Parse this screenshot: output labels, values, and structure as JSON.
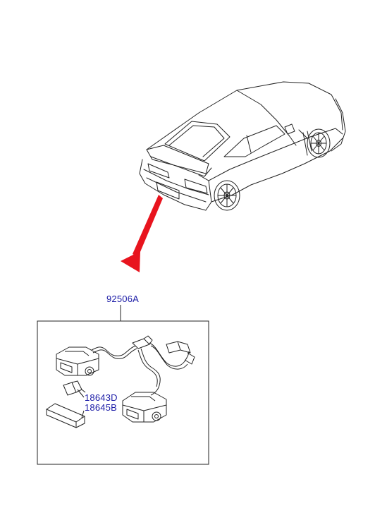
{
  "callouts": {
    "assembly": "92506A",
    "bulb": "18643D",
    "lens": "18645B"
  },
  "colors": {
    "arrow": "#e8141e",
    "callout_text": "#1a1aa6",
    "line": "#222222"
  },
  "icons": [
    "car-illustration",
    "license-lamp-assembly",
    "bulb",
    "lens",
    "connector"
  ]
}
